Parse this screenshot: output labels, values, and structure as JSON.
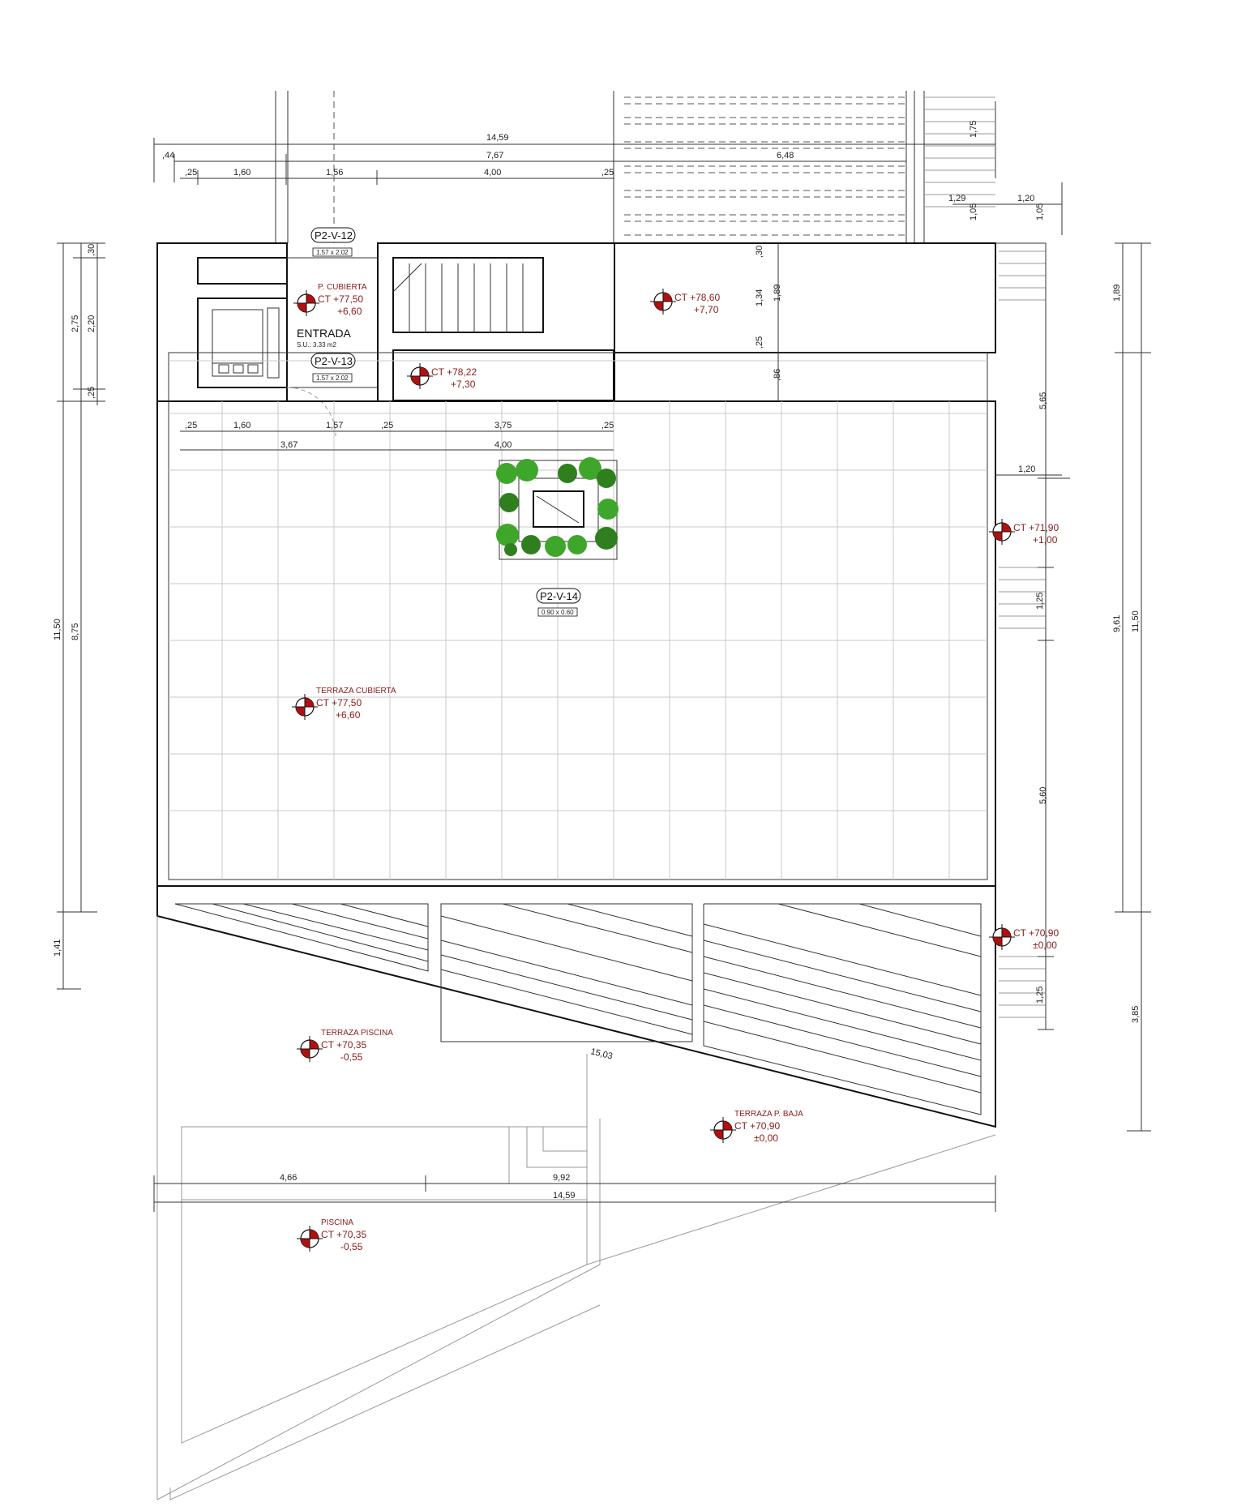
{
  "room": {
    "name": "ENTRADA",
    "area": "S.U.: 3.33 m2"
  },
  "windows": [
    {
      "tag": "P2-V-12",
      "size": "1.57 x 2.02"
    },
    {
      "tag": "P2-V-13",
      "size": "1.57 x 2.02"
    },
    {
      "tag": "P2-V-14",
      "size": "0.90 x 0.60"
    }
  ],
  "levels": [
    {
      "title": "P. CUBIERTA",
      "ct": "CT +77,50",
      "rel": "+6,60"
    },
    {
      "title": "",
      "ct": "CT +78,60",
      "rel": "+7,70"
    },
    {
      "title": "",
      "ct": "CT +78,22",
      "rel": "+7,30"
    },
    {
      "title": "",
      "ct": "CT +71,90",
      "rel": "+1,00"
    },
    {
      "title": "TERRAZA CUBIERTA",
      "ct": "CT +77,50",
      "rel": "+6,60"
    },
    {
      "title": "",
      "ct": "CT +70,90",
      "rel": "±0,00"
    },
    {
      "title": "TERRAZA PISCINA",
      "ct": "CT +70,35",
      "rel": "-0,55"
    },
    {
      "title": "TERRAZA P. BAJA",
      "ct": "CT +70,90",
      "rel": "±0,00"
    },
    {
      "title": "PISCINA",
      "ct": "CT +70,35",
      "rel": "-0,55"
    }
  ],
  "dimensions": {
    "top": [
      "14,59",
      ",44",
      "7,67",
      "6,48",
      ",25",
      "1,60",
      "1,56",
      "4,00",
      ",25",
      "1,29",
      "1,20",
      "1,75",
      "1,05",
      "1,05"
    ],
    "middle": [
      ",25",
      "1,60",
      "1,57",
      ",25",
      "3,75",
      ",25",
      "3,67",
      "4,00",
      "1,20"
    ],
    "left": [
      "11,50",
      "8,75",
      "2,75",
      ",30",
      "2,20",
      ",25",
      "1,41"
    ],
    "center": [
      ",30",
      "1,34",
      "1,89",
      ",25",
      ",86"
    ],
    "right": [
      "1,89",
      "5,65",
      "9,61",
      "11,50",
      "1,25",
      "5,60",
      "1,25",
      "3,85"
    ],
    "bottom": [
      "15,03",
      "4,66",
      "9,92",
      "14,59"
    ]
  },
  "colors": {
    "level_marker": "#b01010",
    "level_text": "#8b1a1a",
    "planter_green": "#3fa62c",
    "planter_dark": "#2f7f1f",
    "lines": "#111111"
  }
}
